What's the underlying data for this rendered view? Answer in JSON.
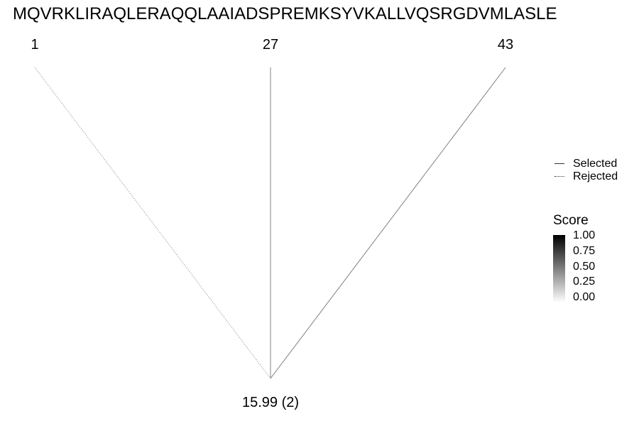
{
  "sequence": "MQVRKLIRAQLERAQQLAAIADSPREMKSYVKALLVQSRGDVMLASLE",
  "positions": [
    "1",
    "27",
    "43"
  ],
  "mass_shift": "15.99 (2)",
  "edges": [
    {
      "from": "1",
      "style": "Rejected"
    },
    {
      "from": "27",
      "style": "Selected"
    },
    {
      "from": "43",
      "style": "Selected"
    }
  ],
  "legend": {
    "selected": "Selected",
    "rejected": "Rejected"
  },
  "score_legend": {
    "title": "Score",
    "ticks": [
      "1.00",
      "0.75",
      "0.50",
      "0.25",
      "0.00"
    ],
    "gradient": [
      "#000000",
      "#ffffff"
    ]
  },
  "colors": {
    "line": "#808080",
    "text": "#000000"
  }
}
